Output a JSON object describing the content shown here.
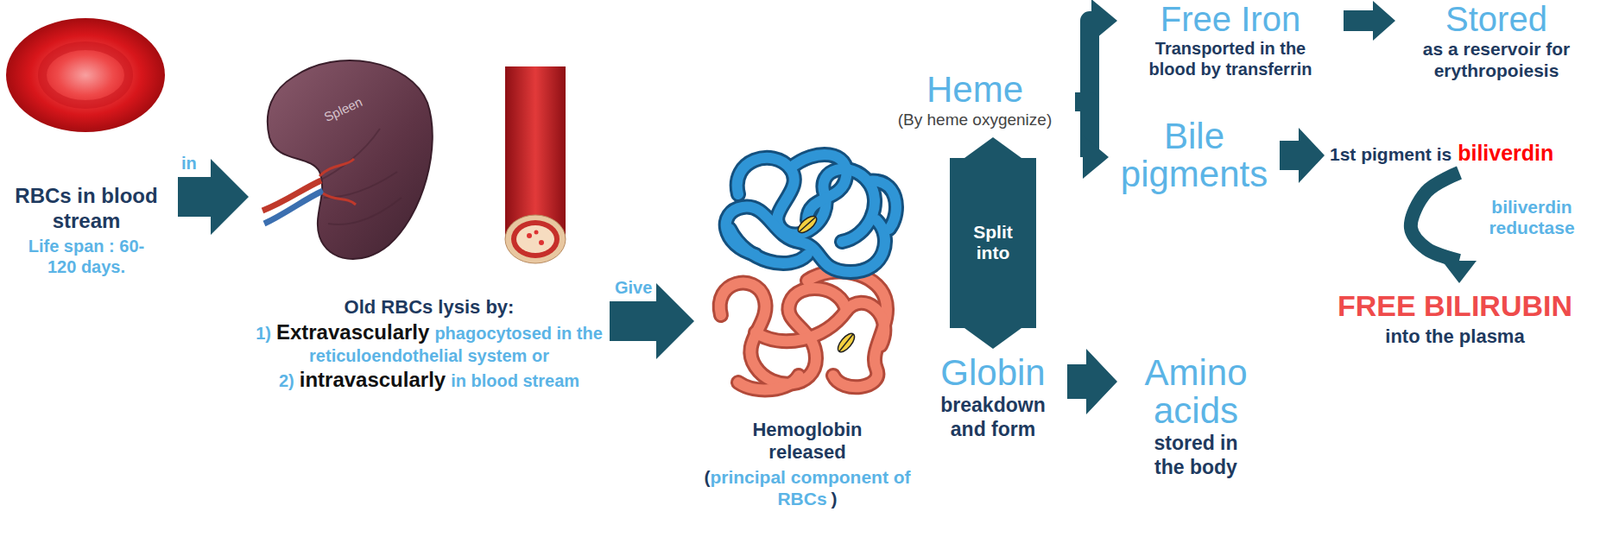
{
  "diagram": {
    "nodes": [
      {
        "text": [
          "RBCs in blood stream",
          "Life span : 60-120 days."
        ]
      },
      {
        "text": [
          "Old RBCs lysis by:",
          "1)",
          "Extravascularly",
          "phagocytosed in the reticuloendothelial system or",
          "2)",
          "intravascularly",
          "in blood stream"
        ]
      },
      {
        "text": [
          "Hemoglobin released",
          "(",
          "principal component of RBCs",
          ")"
        ]
      },
      {
        "text": [
          "Heme",
          "(By heme oxygenize)"
        ]
      },
      {
        "text": [
          "Globin",
          "breakdown and form"
        ]
      },
      {
        "text": [
          "Amino acids",
          "stored in the body"
        ]
      },
      {
        "text": [
          "Free Iron",
          "Transported in the blood by transferrin"
        ]
      },
      {
        "text": [
          "Stored",
          "as a reservoir for erythropoiesis"
        ]
      },
      {
        "text": [
          "Bile pigments"
        ]
      },
      {
        "text": [
          "1st pigment is",
          "biliverdin"
        ]
      },
      {
        "text": [
          "FREE BILIRUBIN",
          "into the plasma"
        ]
      }
    ],
    "edges": [
      {
        "from": 0,
        "to": 1,
        "label": "in",
        "arrow": "to"
      },
      {
        "from": 1,
        "to": 2,
        "label": "Give",
        "arrow": "to"
      },
      {
        "from": 4,
        "to": 3,
        "label": "Split into",
        "arrow": "both"
      },
      {
        "from": 3,
        "to": 6,
        "arrow": "to"
      },
      {
        "from": 3,
        "to": 8,
        "arrow": "to"
      },
      {
        "from": 4,
        "to": 5,
        "arrow": "to"
      },
      {
        "from": 6,
        "to": 7,
        "arrow": "to"
      },
      {
        "from": 8,
        "to": 9,
        "arrow": "to"
      },
      {
        "from": 9,
        "to": 10,
        "label": "biliverdin reductase",
        "arrow": "to"
      }
    ],
    "labels": [
      "Spleen"
    ]
  }
}
